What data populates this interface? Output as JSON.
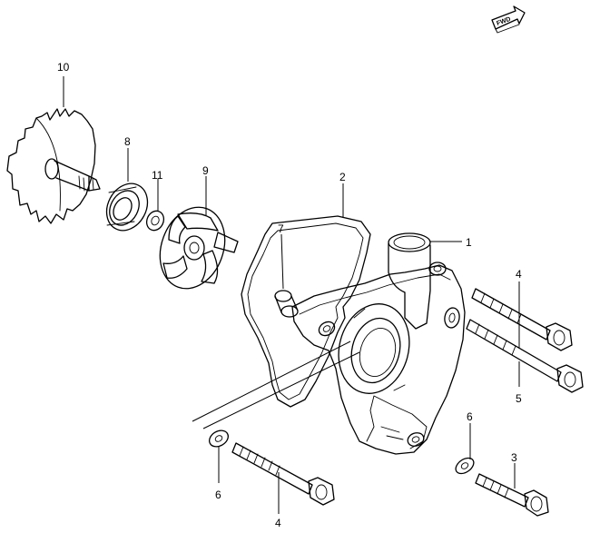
{
  "fwd_badge": {
    "label": "FWD"
  },
  "callouts": [
    {
      "id": "c1",
      "text": "1"
    },
    {
      "id": "c2",
      "text": "2"
    },
    {
      "id": "c3",
      "text": "3"
    },
    {
      "id": "c4a",
      "text": "4"
    },
    {
      "id": "c4b",
      "text": "4"
    },
    {
      "id": "c5",
      "text": "5"
    },
    {
      "id": "c6a",
      "text": "6"
    },
    {
      "id": "c6b",
      "text": "6"
    },
    {
      "id": "c7",
      "text": "7"
    },
    {
      "id": "c8",
      "text": "8"
    },
    {
      "id": "c9",
      "text": "9"
    },
    {
      "id": "c10",
      "text": "10"
    },
    {
      "id": "c11",
      "text": "11"
    }
  ]
}
